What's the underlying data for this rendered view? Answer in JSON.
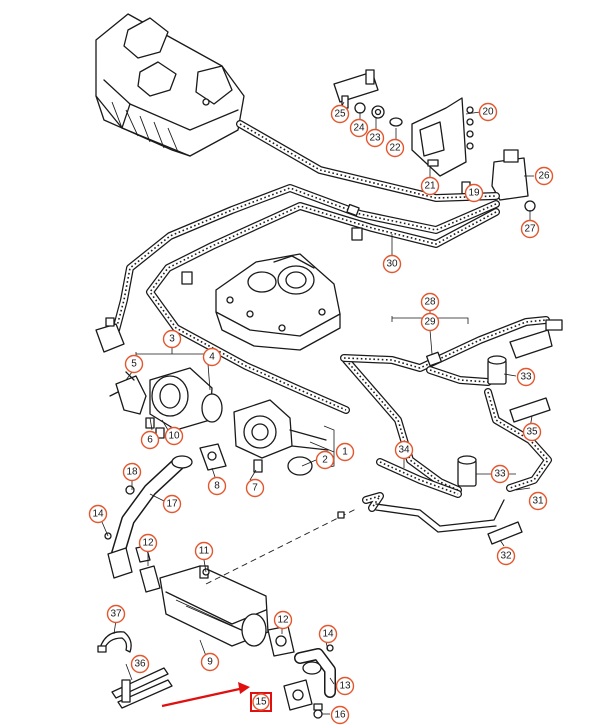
{
  "callouts": [
    {
      "id": "1",
      "label": "1"
    },
    {
      "id": "2",
      "label": "2"
    },
    {
      "id": "3",
      "label": "3"
    },
    {
      "id": "4",
      "label": "4"
    },
    {
      "id": "5",
      "label": "5"
    },
    {
      "id": "6",
      "label": "6"
    },
    {
      "id": "7",
      "label": "7"
    },
    {
      "id": "8",
      "label": "8"
    },
    {
      "id": "9",
      "label": "9"
    },
    {
      "id": "10",
      "label": "10"
    },
    {
      "id": "11",
      "label": "11"
    },
    {
      "id": "12a",
      "label": "12"
    },
    {
      "id": "12b",
      "label": "12"
    },
    {
      "id": "13",
      "label": "13"
    },
    {
      "id": "14a",
      "label": "14"
    },
    {
      "id": "14b",
      "label": "14"
    },
    {
      "id": "15",
      "label": "15"
    },
    {
      "id": "16",
      "label": "16"
    },
    {
      "id": "17",
      "label": "17"
    },
    {
      "id": "18",
      "label": "18"
    },
    {
      "id": "19",
      "label": "19"
    },
    {
      "id": "20",
      "label": "20"
    },
    {
      "id": "21",
      "label": "21"
    },
    {
      "id": "22",
      "label": "22"
    },
    {
      "id": "23",
      "label": "23"
    },
    {
      "id": "24",
      "label": "24"
    },
    {
      "id": "25",
      "label": "25"
    },
    {
      "id": "26",
      "label": "26"
    },
    {
      "id": "27",
      "label": "27"
    },
    {
      "id": "28",
      "label": "28"
    },
    {
      "id": "29",
      "label": "29"
    },
    {
      "id": "30",
      "label": "30"
    },
    {
      "id": "31",
      "label": "31"
    },
    {
      "id": "32",
      "label": "32"
    },
    {
      "id": "33a",
      "label": "33"
    },
    {
      "id": "33b",
      "label": "33"
    },
    {
      "id": "34",
      "label": "34"
    },
    {
      "id": "35",
      "label": "35"
    },
    {
      "id": "36",
      "label": "36"
    },
    {
      "id": "37",
      "label": "37"
    }
  ],
  "highlight": {
    "target": "15",
    "color": "#e01010"
  },
  "colors": {
    "callout_ring": "#e4572e",
    "line": "#1a1a1a",
    "highlight": "#e01010"
  }
}
